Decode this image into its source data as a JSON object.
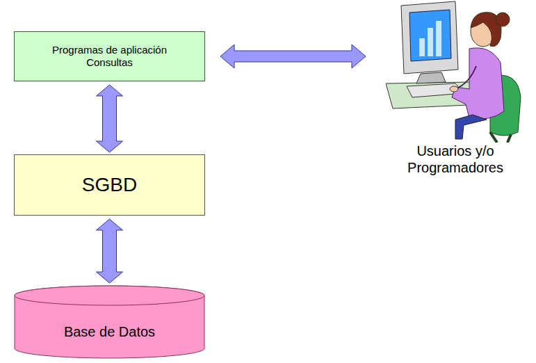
{
  "diagram": {
    "nodes": [
      {
        "text": [
          "Programas de aplicación Consultas"
        ]
      },
      {
        "text": [
          "SGBD"
        ]
      },
      {
        "text": [
          "Base de Datos"
        ]
      },
      {
        "text": [
          "Usuarios y/o Programadores"
        ]
      }
    ],
    "edges": [
      {
        "from": 0,
        "to": 3,
        "arrow": "both"
      },
      {
        "from": 0,
        "to": 1,
        "arrow": "both"
      },
      {
        "from": 1,
        "to": 2,
        "arrow": "both"
      }
    ]
  }
}
